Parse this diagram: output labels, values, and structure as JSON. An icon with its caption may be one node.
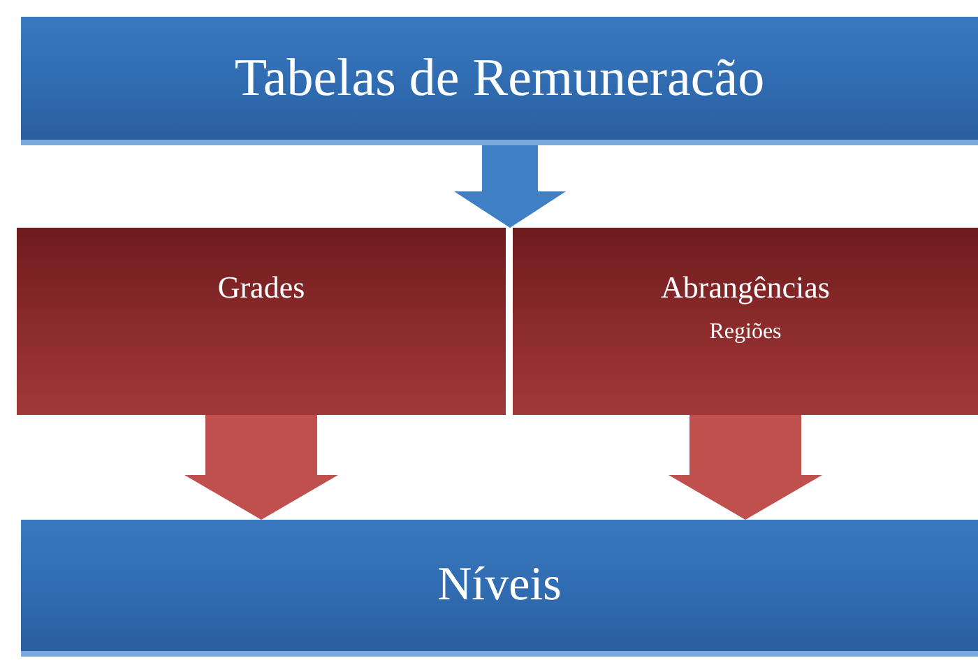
{
  "diagram": {
    "nodes": [
      {
        "text": [
          "Tabelas de Remuneracão"
        ]
      },
      {
        "text": [
          "Grades"
        ]
      },
      {
        "text": [
          "Abrangências",
          "Regiões"
        ]
      },
      {
        "text": [
          "Níveis"
        ]
      }
    ],
    "edges": [
      {
        "from": 0,
        "to": 1,
        "arrow": "to",
        "color": "#3f7fc4"
      },
      {
        "from": 0,
        "to": 2,
        "arrow": "to",
        "color": "#3f7fc4"
      },
      {
        "from": 1,
        "to": 3,
        "arrow": "to",
        "style": "thick",
        "color": "#c0504d"
      },
      {
        "from": 2,
        "to": 3,
        "arrow": "to",
        "style": "thick",
        "color": "#c0504d"
      }
    ]
  }
}
